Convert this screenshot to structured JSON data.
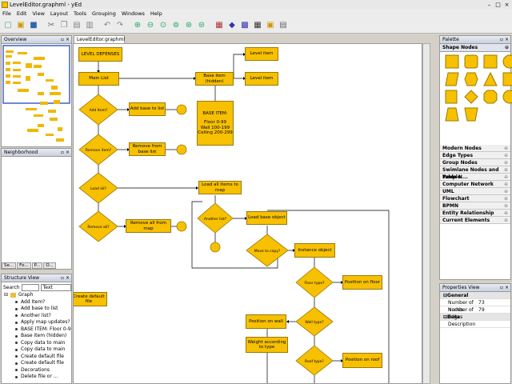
{
  "window": {
    "title": "LevelEditor.graphml - yEd"
  },
  "menu": [
    "File",
    "Edit",
    "View",
    "Layout",
    "Tools",
    "Grouping",
    "Windows",
    "Help"
  ],
  "toolbar_icons": [
    "new-icon",
    "open-icon",
    "save-icon",
    "",
    "undo-icon",
    "redo-icon",
    "cut-icon",
    "copy-icon",
    "paste-icon",
    "delete-icon",
    "",
    "undo-arrow-icon",
    "redo-arrow-icon",
    "",
    "zoom-in-icon",
    "zoom-out-icon",
    "zoom-fit-icon",
    "zoom-region-icon",
    "zoom-original-icon",
    "",
    "group-icon",
    "ungroup-icon",
    "grid-icon",
    "snap-icon",
    "",
    "properties-icon"
  ],
  "overview": {
    "title": "Overview"
  },
  "neighborhood": {
    "title": "Neighborhood"
  },
  "left_tabs": [
    "Se...",
    "Fo...",
    "P...",
    "O..."
  ],
  "structure": {
    "title": "Structure View",
    "search_label": "Search",
    "filter_value": "Text",
    "root": "Graph",
    "items": [
      "Add Item?",
      "Add base to list",
      "Another list?",
      "Apply map updates?",
      "BASE ITEM: Floor 0-99 W...",
      "Base item (hidden)",
      "Copy data to main",
      "Copy data to main",
      "Create default file",
      "Create default file",
      "Decorations",
      "Delete file or ..."
    ]
  },
  "document_tab": "LevelEditor.graphml",
  "palette": {
    "title": "Palette",
    "section": "Shape Nodes",
    "colors": {
      "fill": "#f7c000",
      "stroke": "#9a7a00"
    }
  },
  "palette_sections": [
    "Modern Nodes",
    "Edge Types",
    "Group Nodes",
    "Swimlane Nodes and Table N...",
    "People",
    "Computer Network",
    "UML",
    "Flowchart",
    "BPMN",
    "Entity Relationship",
    "Current Elements"
  ],
  "properties": {
    "title": "Properties View",
    "general": "General",
    "rows": [
      {
        "k": "Number of Nodes",
        "v": "73"
      },
      {
        "k": "Number of Edges",
        "v": "79"
      }
    ],
    "data": "Data",
    "description": "Description"
  },
  "flow": {
    "level_defenses": "LEVEL DEFENSES",
    "main_list": "Main List",
    "base_item_hidden": "Base item (hidden)",
    "level_item_1": "Level item",
    "level_item_2": "Level item",
    "base_item_lines": [
      "BASE ITEM:",
      "",
      "Floor 0-99",
      "Wall 100-199",
      "Ceiling 200-299"
    ],
    "add_item": "Add Item?",
    "add_base_to_list": "Add base to list",
    "remove_item": "Remove item?",
    "remove_from_base": "Remove from base list",
    "load_all": "Load all?",
    "load_all_items": "Load all items to map",
    "another_list": "Another list?",
    "load_base_object": "Load base object",
    "remove_all": "Remove all?",
    "remove_all_from_map": "Remove all from map",
    "move_to_copy": "Move to copy?",
    "instance_object": "Instance object",
    "floor_type": "Floor type?",
    "position_on_floor": "Position on floor",
    "wall_type": "Wall type?",
    "position_on_wall": "Position on wall",
    "roof_type": "Roof type?",
    "position_on_roof": "Position on roof",
    "weight_according": "Weight according to type",
    "create_default_file": "Create default file"
  }
}
